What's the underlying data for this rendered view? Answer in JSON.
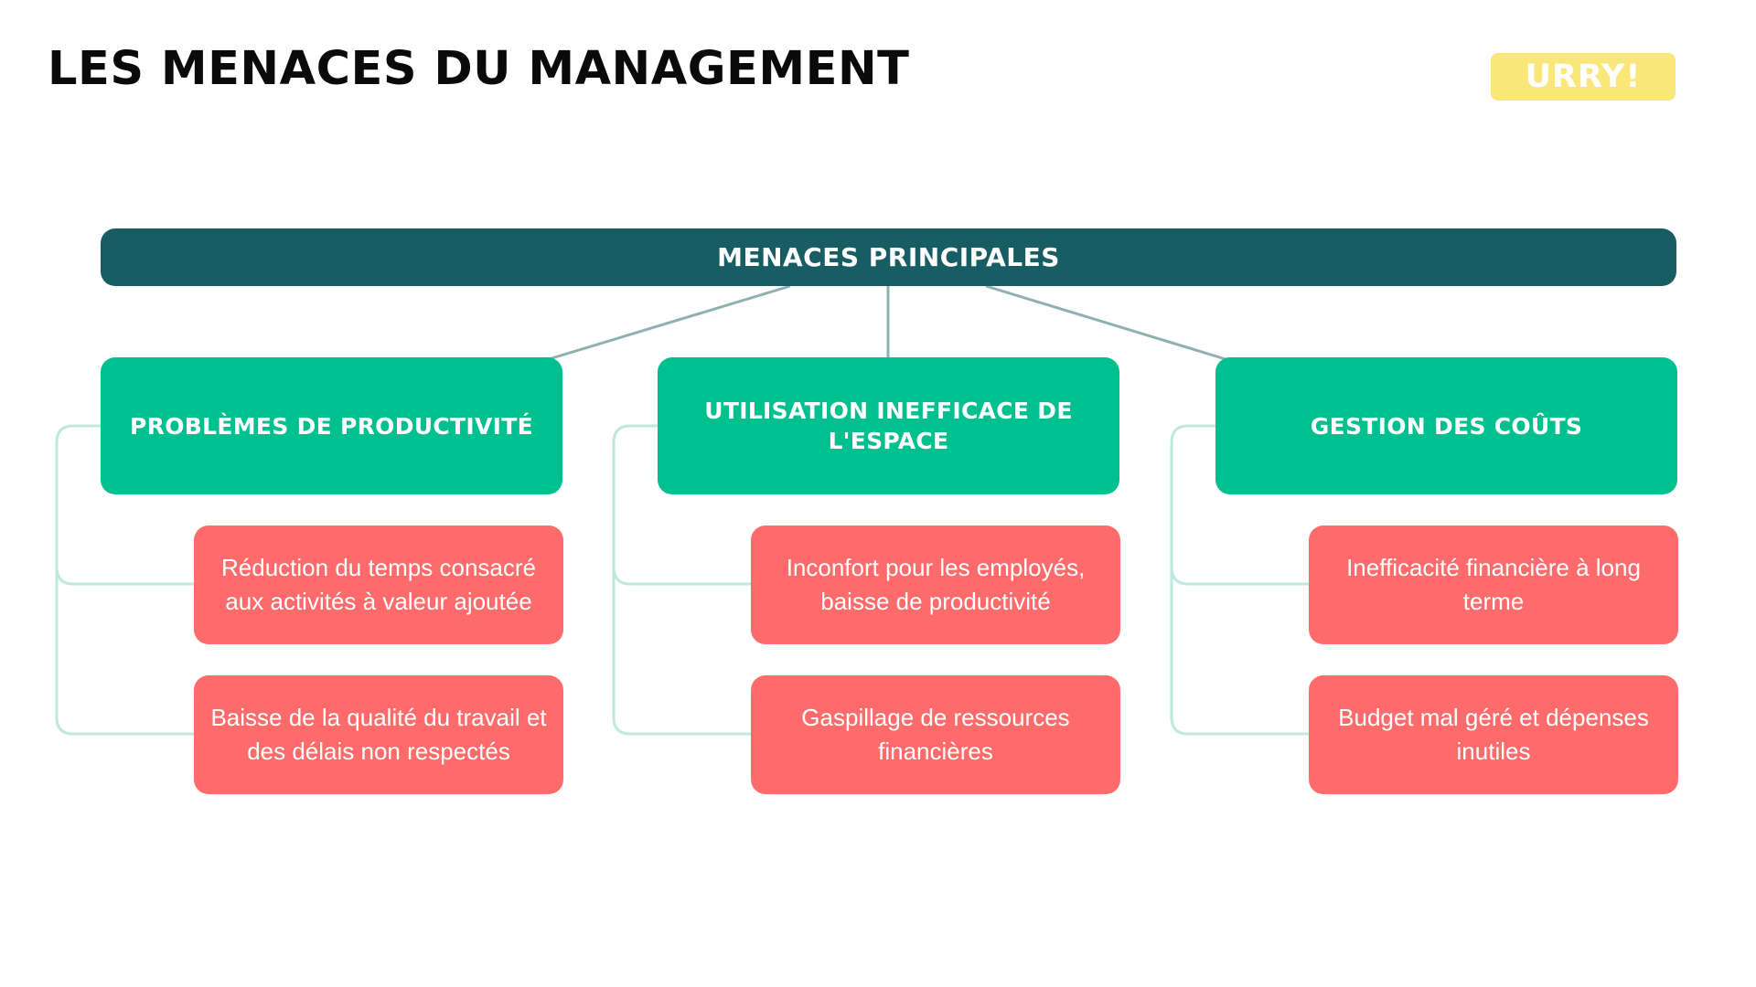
{
  "header": {
    "title": "LES MENACES DU MANAGEMENT",
    "logo_text": "URRY!"
  },
  "diagram": {
    "root": "MENACES PRINCIPALES",
    "categories": [
      {
        "label": "PROBLÈMES DE PRODUCTIVITÉ",
        "items": [
          "Réduction du temps consacré aux activités à valeur ajoutée",
          "Baisse de la qualité du travail et des délais non respectés"
        ]
      },
      {
        "label": "UTILISATION INEFFICACE DE L'ESPACE",
        "items": [
          "Inconfort pour les employés, baisse de productivité",
          "Gaspillage de ressources financières"
        ]
      },
      {
        "label": "GESTION DES COÛTS",
        "items": [
          "Inefficacité financière à long terme",
          "Budget mal géré et dépenses inutiles"
        ]
      }
    ]
  },
  "colors": {
    "root": "#175d63",
    "category": "#00c08f",
    "leaf": "#ff6b6b",
    "connector": "#8fb0b2",
    "bracket": "#bfe8df",
    "logo": "#f9e77a"
  }
}
